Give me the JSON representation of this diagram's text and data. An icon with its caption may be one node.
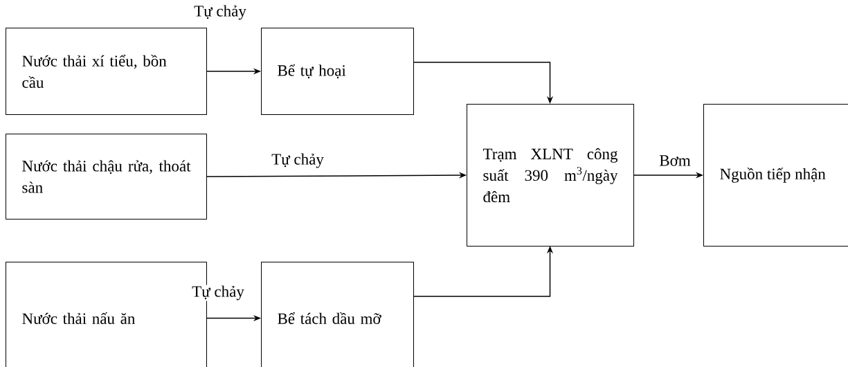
{
  "diagram": {
    "nodes": [
      {
        "text": [
          "Nước thải xí tiểu, bồn cầu"
        ]
      },
      {
        "text": [
          "Bể tự hoại"
        ]
      },
      {
        "text": [
          "Nước thải chậu rửa, thoát sàn"
        ]
      },
      {
        "text": [
          "Trạm XLNT công suất 390 m$^{3}$/ngày đêm"
        ]
      },
      {
        "text": [
          "Nguồn tiếp nhận"
        ]
      },
      {
        "text": [
          "Nước thải nấu ăn"
        ]
      },
      {
        "text": [
          "Bể tách dầu mỡ"
        ]
      }
    ],
    "edges": [
      {
        "from": 0,
        "to": 1,
        "arrow": "to",
        "label": "Tự chảy"
      },
      {
        "from": 1,
        "to": 3,
        "arrow": "to"
      },
      {
        "from": 2,
        "to": 3,
        "arrow": "to",
        "label": "Tự chảy"
      },
      {
        "from": 3,
        "to": 4,
        "arrow": "to",
        "label": "Bơm"
      },
      {
        "from": 5,
        "to": 6,
        "arrow": "to",
        "label": "Tự chảy"
      },
      {
        "from": 6,
        "to": 3,
        "arrow": "to"
      }
    ]
  }
}
